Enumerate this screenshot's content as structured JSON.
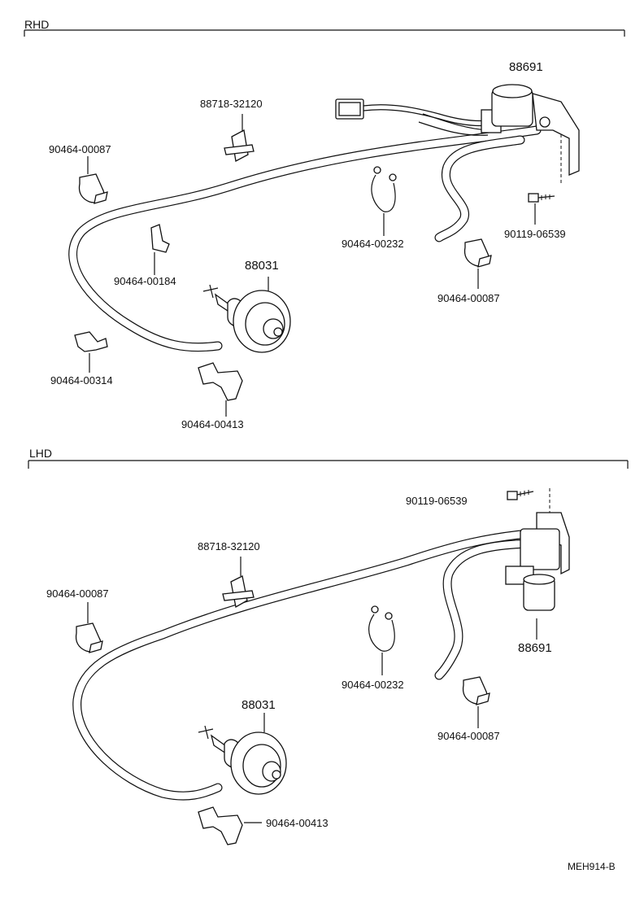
{
  "sections": {
    "rhd": {
      "title": "RHD",
      "labels": {
        "vsv": "88691",
        "clip_top": "88718-32120",
        "clamp_left": "90464-00087",
        "clip_mid": "90464-00184",
        "actuator": "88031",
        "clamp_loop": "90464-00232",
        "bolt": "90119-06539",
        "clamp_right": "90464-00087",
        "clip_lower_left": "90464-00314",
        "clamp_bottom": "90464-00413"
      }
    },
    "lhd": {
      "title": "LHD",
      "labels": {
        "bolt": "90119-06539",
        "clip_top": "88718-32120",
        "clamp_left": "90464-00087",
        "vsv": "88691",
        "clamp_loop": "90464-00232",
        "actuator": "88031",
        "clamp_right": "90464-00087",
        "clamp_bottom": "90464-00413"
      }
    }
  },
  "figure_code": "MEH914-B"
}
